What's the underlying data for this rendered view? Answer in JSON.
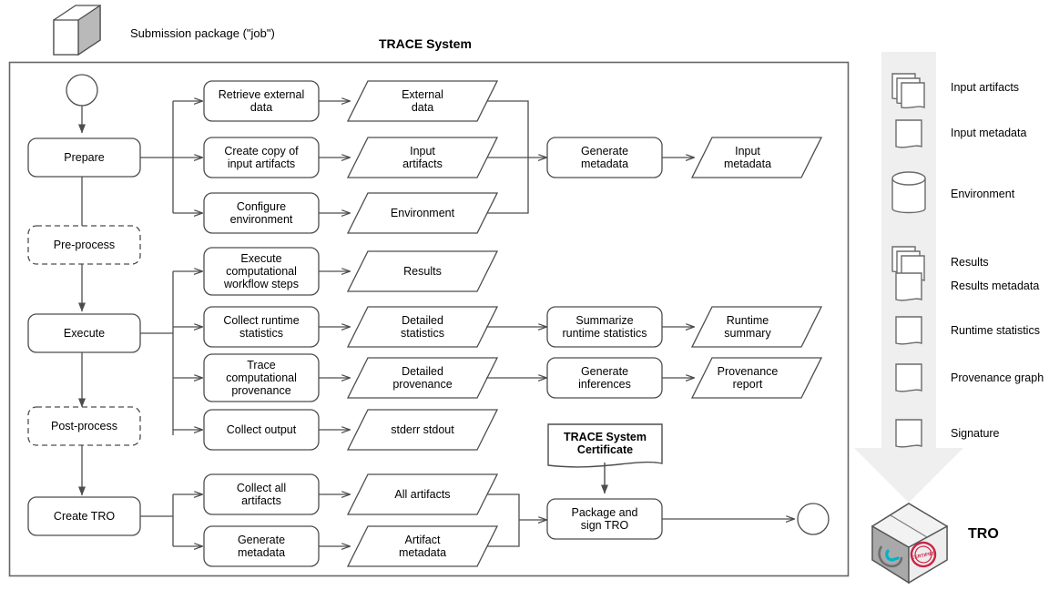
{
  "diagram": {
    "title": "TRACE System",
    "submission_label": "Submission package (\"job\")",
    "tro_label": "TRO"
  },
  "lanes": [
    {
      "name": "start-node",
      "shape": "circle"
    },
    {
      "name": "prepare",
      "label": "Prepare",
      "shape": "rounded"
    },
    {
      "name": "pre-process",
      "label": "Pre-process",
      "shape": "rounded-dashed"
    },
    {
      "name": "execute",
      "label": "Execute",
      "shape": "rounded"
    },
    {
      "name": "post-process",
      "label": "Post-process",
      "shape": "rounded-dashed"
    },
    {
      "name": "create-tro",
      "label": "Create TRO",
      "shape": "rounded"
    }
  ],
  "activities": [
    {
      "id": "retrieve-external-data",
      "lines": [
        "Retrieve external",
        "data"
      ]
    },
    {
      "id": "create-copy-of-input-artifacts",
      "lines": [
        "Create copy of",
        "input artifacts"
      ]
    },
    {
      "id": "configure-environment",
      "lines": [
        "Configure",
        "environment"
      ]
    },
    {
      "id": "execute-computational-workflow-steps",
      "lines": [
        "Execute",
        "computational",
        "workflow steps"
      ]
    },
    {
      "id": "collect-runtime-statistics",
      "lines": [
        "Collect runtime",
        "statistics"
      ]
    },
    {
      "id": "trace-computational-provenance",
      "lines": [
        "Trace",
        "computational",
        "provenance"
      ]
    },
    {
      "id": "collect-output",
      "lines": [
        "Collect output"
      ]
    },
    {
      "id": "collect-all-artifacts",
      "lines": [
        "Collect all",
        "artifacts"
      ]
    },
    {
      "id": "generate-metadata-tro",
      "lines": [
        "Generate",
        "metadata"
      ]
    },
    {
      "id": "generate-metadata-input",
      "lines": [
        "Generate",
        "metadata"
      ]
    },
    {
      "id": "summarize-runtime-statistics",
      "lines": [
        "Summarize",
        "runtime statistics"
      ]
    },
    {
      "id": "generate-inferences",
      "lines": [
        "Generate",
        "inferences"
      ]
    },
    {
      "id": "package-and-sign-tro",
      "lines": [
        "Package and",
        "sign TRO"
      ]
    }
  ],
  "artifacts": [
    {
      "id": "external-data",
      "lines": [
        "External",
        "data"
      ]
    },
    {
      "id": "input-artifacts",
      "lines": [
        "Input",
        "artifacts"
      ]
    },
    {
      "id": "environment",
      "lines": [
        "Environment"
      ]
    },
    {
      "id": "input-metadata",
      "lines": [
        "Input",
        "metadata"
      ]
    },
    {
      "id": "results",
      "lines": [
        "Results"
      ]
    },
    {
      "id": "detailed-statistics",
      "lines": [
        "Detailed",
        "statistics"
      ]
    },
    {
      "id": "detailed-provenance",
      "lines": [
        "Detailed",
        "provenance"
      ]
    },
    {
      "id": "stderr-stdout",
      "lines": [
        "stderr stdout"
      ]
    },
    {
      "id": "runtime-summary",
      "lines": [
        "Runtime",
        "summary"
      ]
    },
    {
      "id": "provenance-report",
      "lines": [
        "Provenance",
        "report"
      ]
    },
    {
      "id": "all-artifacts",
      "lines": [
        "All artifacts"
      ]
    },
    {
      "id": "artifact-metadata",
      "lines": [
        "Artifact",
        "metadata"
      ]
    }
  ],
  "certificate": {
    "lines": [
      "TRACE System",
      "Certificate"
    ]
  },
  "legend": {
    "items": [
      {
        "icon": "documents-stack-icon",
        "label": "Input artifacts"
      },
      {
        "icon": "document-icon",
        "label": "Input metadata"
      },
      {
        "icon": "database-cylinder-icon",
        "label": "Environment"
      },
      {
        "icon": "documents-stack-icon",
        "label": "Results"
      },
      {
        "icon": "document-icon",
        "label": "Results metadata"
      },
      {
        "icon": "document-icon",
        "label": "Runtime statistics"
      },
      {
        "icon": "document-icon",
        "label": "Provenance graph"
      },
      {
        "icon": "document-icon",
        "label": "Signature"
      }
    ]
  },
  "colors": {
    "stroke": "#4d4d4d",
    "frame": "#666666",
    "legend_band": "#f0f0f0",
    "cube_shade": "#b3b3b3",
    "stamp_red": "#cc2244",
    "tro_teal": "#00b3c8"
  }
}
